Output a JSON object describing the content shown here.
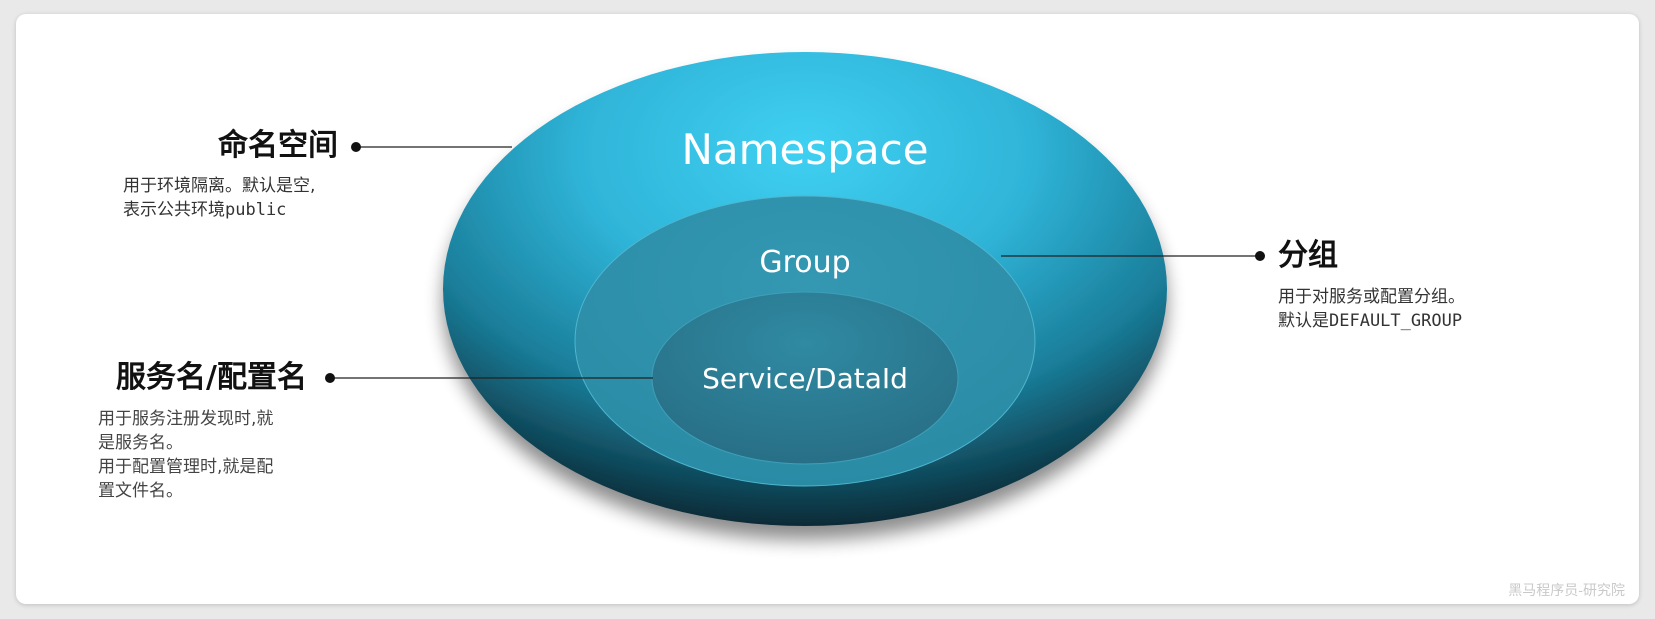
{
  "layers": {
    "namespace": {
      "label": "Namespace",
      "callout_title": "命名空间",
      "callout_desc_1": "用于环境隔离。默认是空,",
      "callout_desc_2_prefix": "表示公共环境",
      "callout_desc_2_code": "public"
    },
    "group": {
      "label": "Group",
      "callout_title": "分组",
      "callout_desc_1": "用于对服务或配置分组。",
      "callout_desc_2_prefix": "默认是",
      "callout_desc_2_code": "DEFAULT_GROUP"
    },
    "service": {
      "label": "Service/DataId",
      "callout_title": "服务名/配置名",
      "callout_desc_1": "用于服务注册发现时,就",
      "callout_desc_2": "是服务名。",
      "callout_desc_3": "用于配置管理时,就是配",
      "callout_desc_4": "置文件名。"
    }
  },
  "colors": {
    "outer_light": "#3ec8ec",
    "outer_dark": "#0b2f3d",
    "middle": "#2b8ea8",
    "inner": "#2a7a91"
  },
  "watermark": "黑马程序员-研究院"
}
